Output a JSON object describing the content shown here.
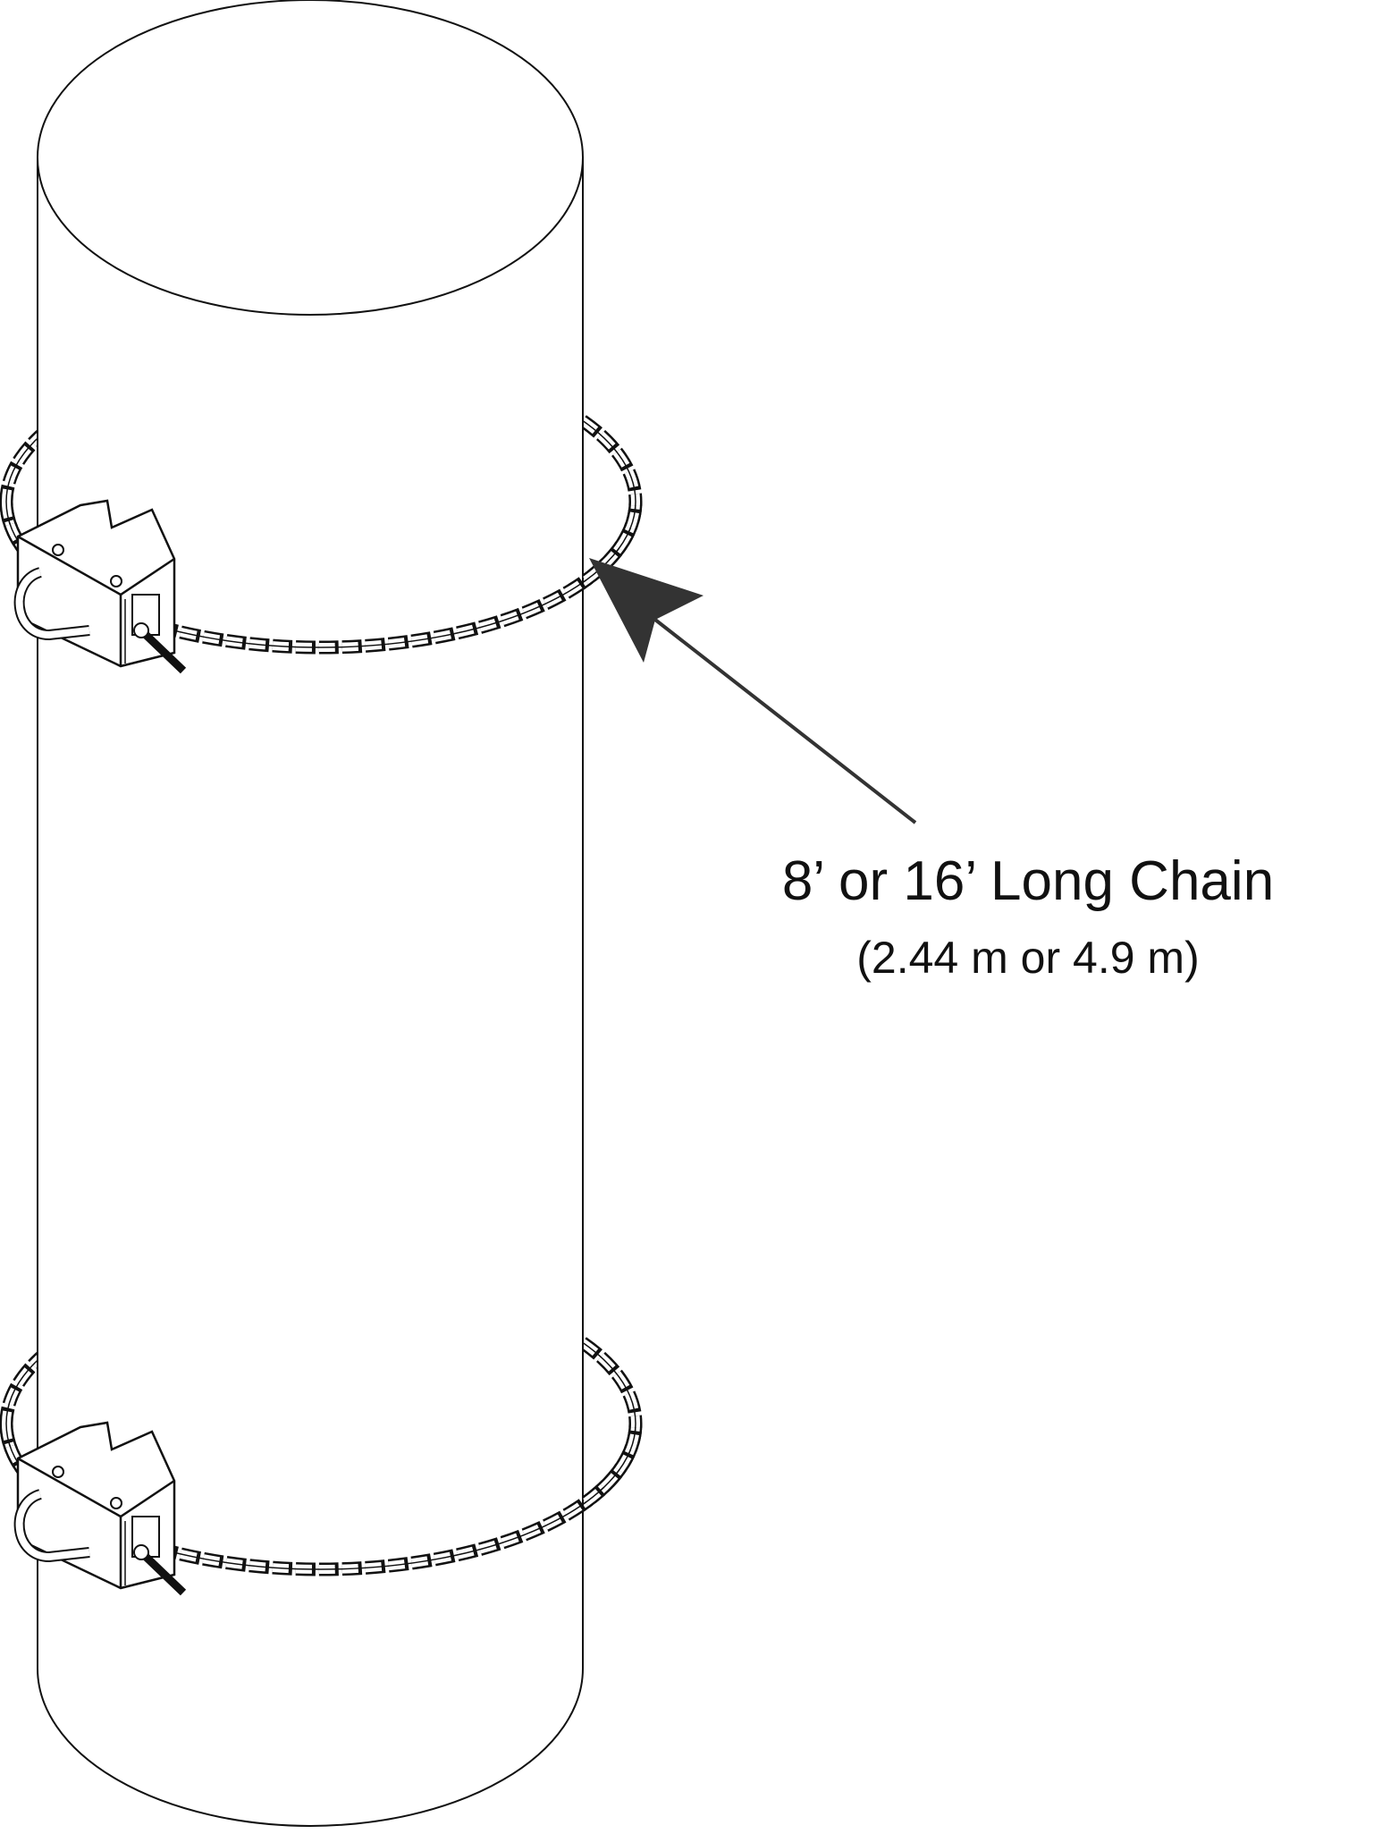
{
  "diagram": {
    "subject": "pole-with-two-chain-brackets",
    "callout": {
      "title": "8’ or 16’ Long Chain",
      "subtitle": "(2.44 m or 4.9 m)"
    },
    "colors": {
      "line": "#111111",
      "arrow": "#333333",
      "background": "#ffffff"
    }
  }
}
